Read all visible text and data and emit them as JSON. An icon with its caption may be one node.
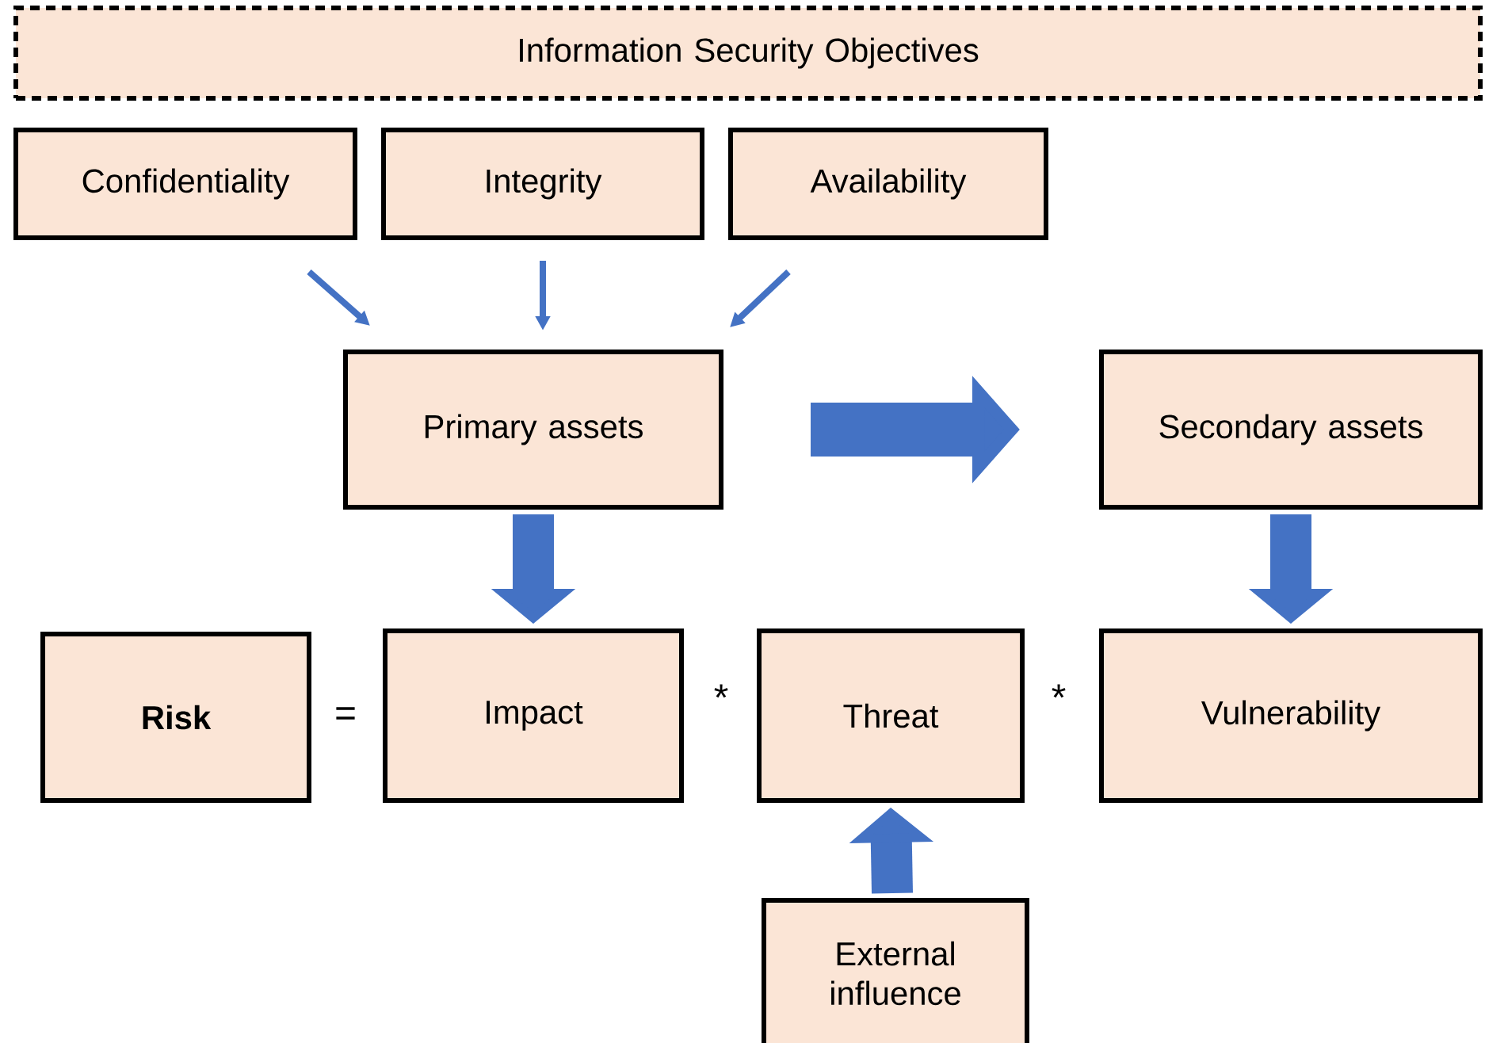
{
  "diagram": {
    "nodes": [
      {
        "text": [
          "Information Security Objectives"
        ]
      },
      {
        "text": [
          "Confidentiality"
        ]
      },
      {
        "text": [
          "Integrity"
        ]
      },
      {
        "text": [
          "Availability"
        ]
      },
      {
        "text": [
          "Primary assets"
        ]
      },
      {
        "text": [
          "Secondary assets"
        ]
      },
      {
        "text": [
          "Risk"
        ]
      },
      {
        "text": [
          "Impact"
        ]
      },
      {
        "text": [
          "Threat"
        ]
      },
      {
        "text": [
          "Vulnerability"
        ]
      },
      {
        "text": [
          "External influence"
        ]
      }
    ],
    "edges": [
      {
        "from": 1,
        "to": 4,
        "arrow": "to"
      },
      {
        "from": 2,
        "to": 4,
        "arrow": "to"
      },
      {
        "from": 3,
        "to": 4,
        "arrow": "to"
      },
      {
        "from": 4,
        "to": 5,
        "arrow": "to"
      },
      {
        "from": 4,
        "to": 7,
        "arrow": "to"
      },
      {
        "from": 5,
        "to": 9,
        "arrow": "to"
      },
      {
        "from": 10,
        "to": 8,
        "arrow": "to"
      }
    ],
    "labels": [
      "=",
      "*",
      "*"
    ]
  }
}
